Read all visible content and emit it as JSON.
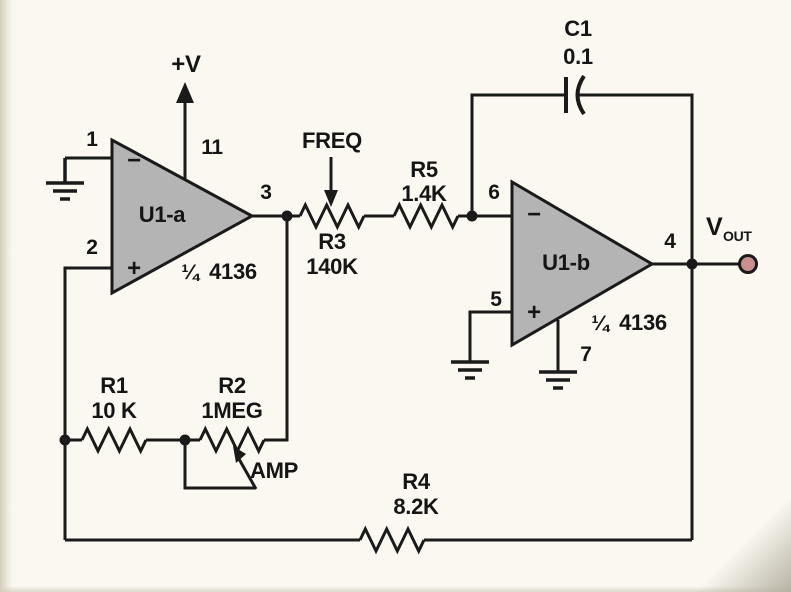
{
  "schematic": {
    "power_label": "+V",
    "opamp_a": {
      "name": "U1-a",
      "fraction": "¼",
      "part": "4136",
      "inverting_sign": "−",
      "noninverting_sign": "+",
      "pin_inverting": "1",
      "pin_noninverting": "2",
      "pin_output": "3",
      "pin_power": "11"
    },
    "opamp_b": {
      "name": "U1-b",
      "fraction": "¼",
      "part": "4136",
      "inverting_sign": "−",
      "noninverting_sign": "+",
      "pin_inverting": "6",
      "pin_noninverting": "5",
      "pin_output": "4",
      "pin_ground": "7"
    },
    "r1": {
      "ref": "R1",
      "value": "10 K"
    },
    "r2": {
      "ref": "R2",
      "value": "1MEG",
      "control": "AMP"
    },
    "r3": {
      "ref": "R3",
      "value": "140K",
      "control": "FREQ"
    },
    "r4": {
      "ref": "R4",
      "value": "8.2K"
    },
    "r5": {
      "ref": "R5",
      "value": "1.4K"
    },
    "c1": {
      "ref": "C1",
      "value": "0.1"
    },
    "output": {
      "label": "V",
      "subscript": "OUT"
    }
  }
}
